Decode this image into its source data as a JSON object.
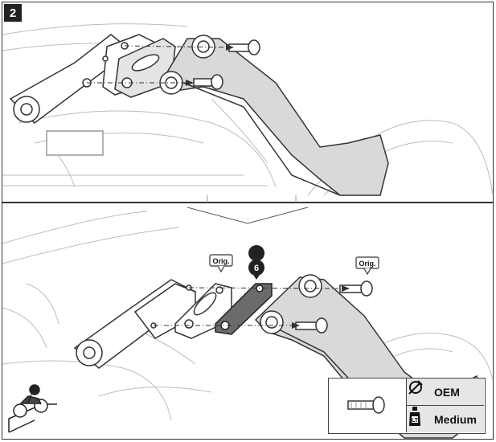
{
  "step": {
    "number": "2"
  },
  "labels": {
    "orig_left": "Orig.",
    "orig_right": "Orig.",
    "part_number": "6"
  },
  "legend": {
    "torque_label": "OEM",
    "threadlock_label": "Medium",
    "torque_icon": "torque-wrench-icon",
    "threadlock_icon": "loctite-bottle-icon",
    "screw_icon": "screw-icon"
  },
  "colors": {
    "line": "#333333",
    "part_fill": "#d9d9d9",
    "highlight_part": "#6b6b6b",
    "legend_bg": "#e6e6e6"
  }
}
